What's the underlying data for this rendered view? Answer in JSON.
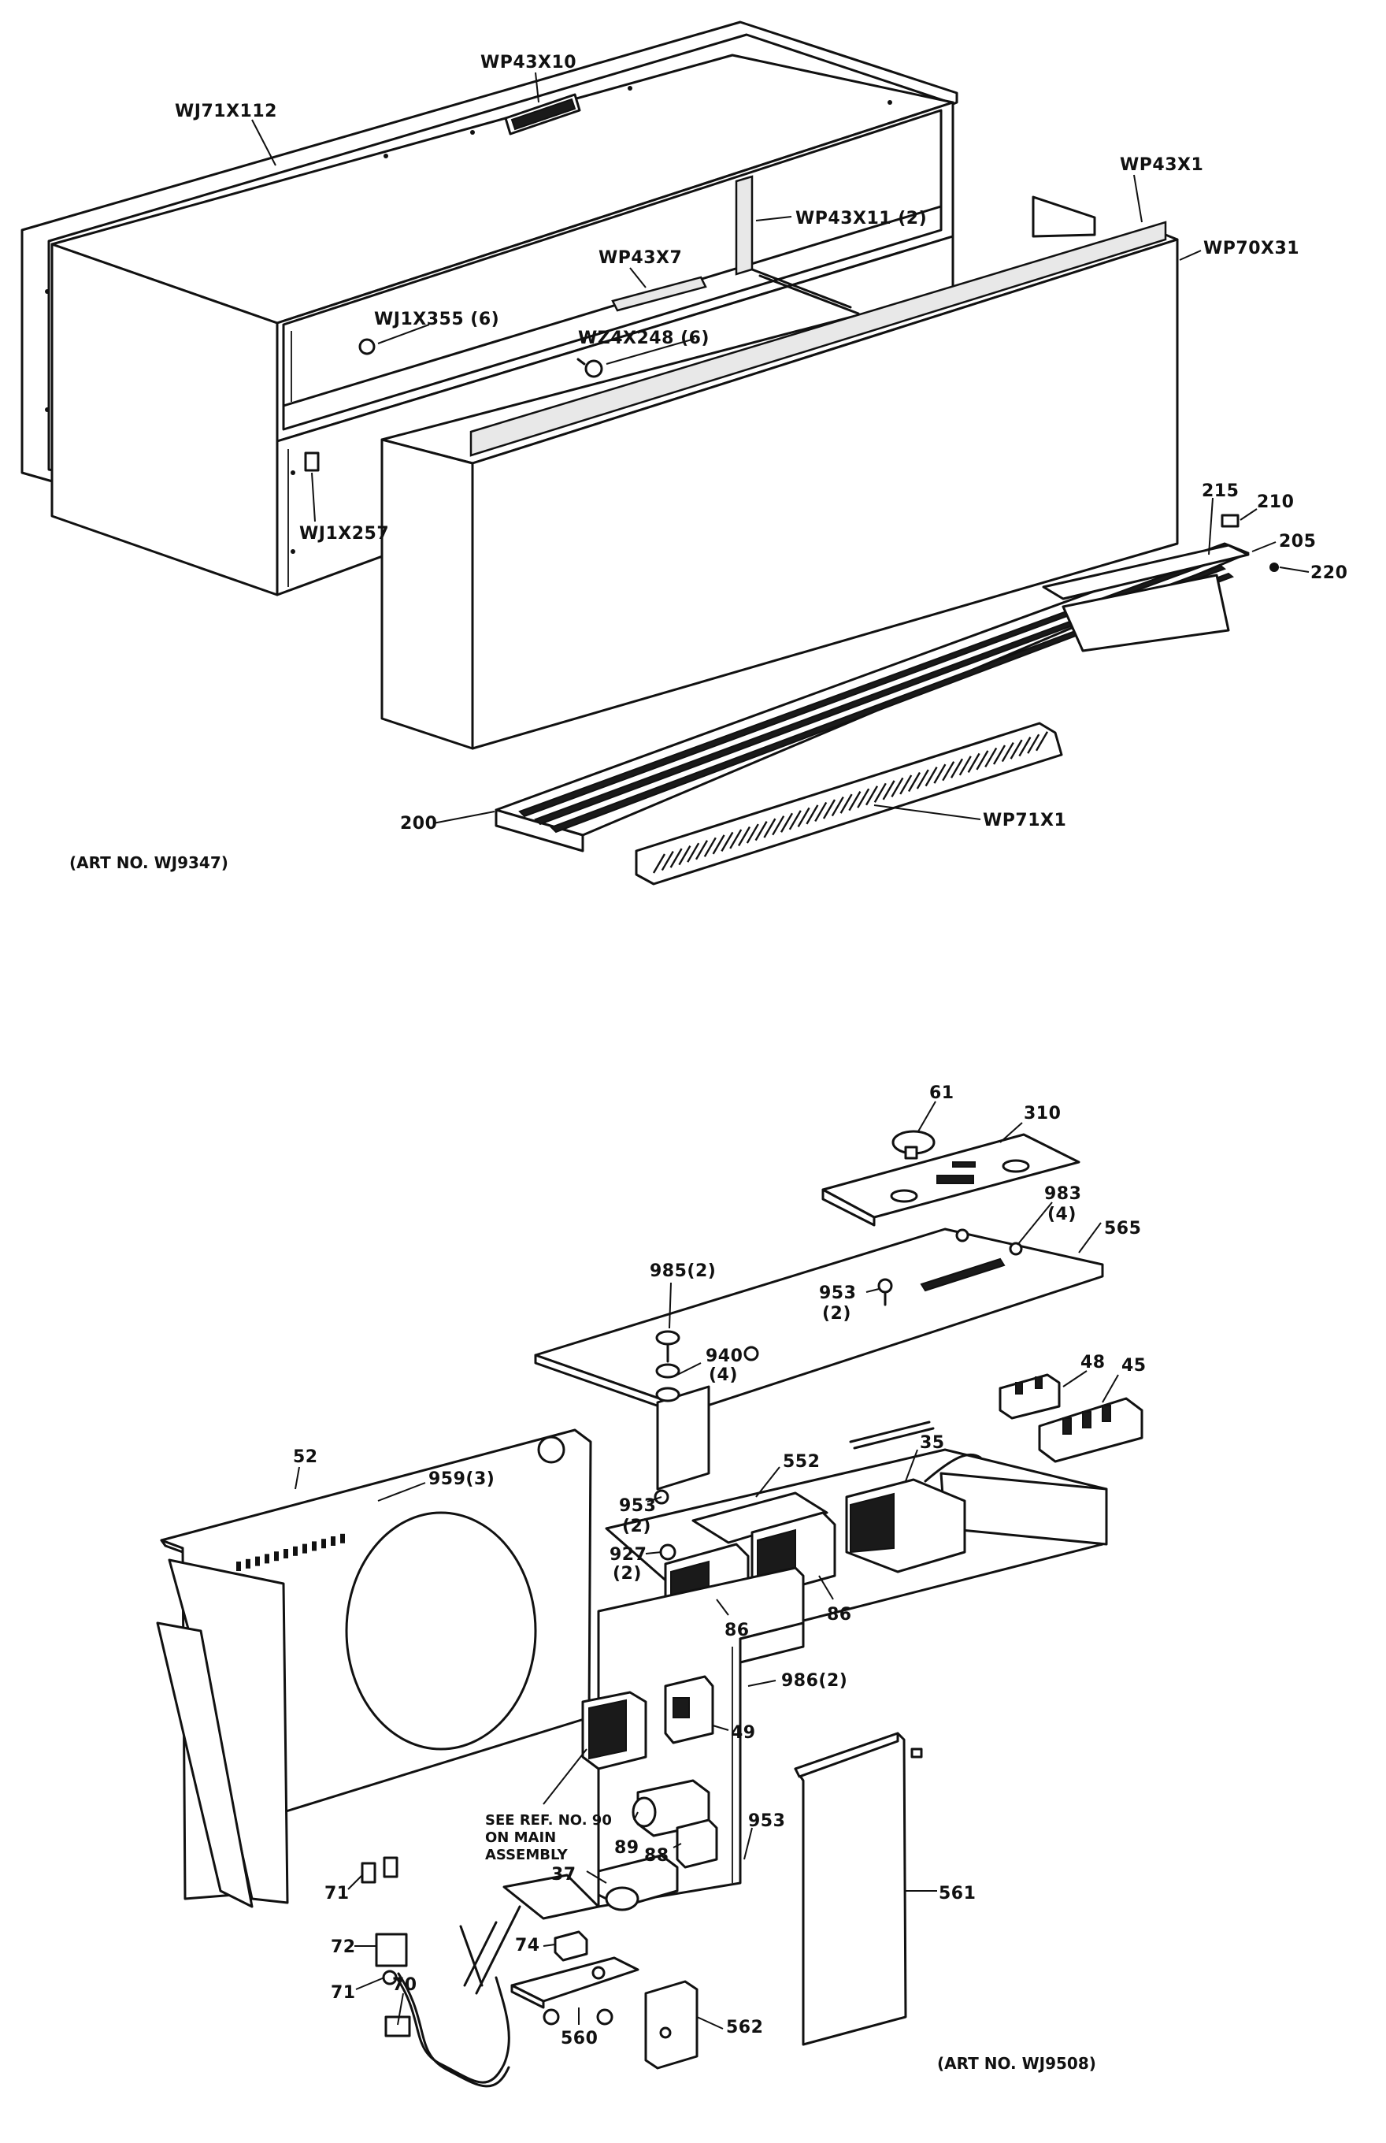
{
  "upper_assembly": {
    "art_no": "(ART NO. WJ9347)",
    "labels": {
      "wp43x10": "WP43X10",
      "wj71x112": "WJ71X112",
      "wp43x1": "WP43X1",
      "wp43x11": "WP43X11 (2)",
      "wp70x31": "WP70X31",
      "wp43x7": "WP43X7",
      "wj1x355": "WJ1X355 (6)",
      "wz4x248": "WZ4X248 (6)",
      "wj1x257": "WJ1X257",
      "p215": "215",
      "p210": "210",
      "p205": "205",
      "p220": "220",
      "p200": "200",
      "wp71x1": "WP71X1"
    }
  },
  "lower_assembly": {
    "art_no": "(ART NO. WJ9508)",
    "note": [
      "SEE REF. NO. 90",
      "ON MAIN",
      "ASSEMBLY"
    ],
    "labels": {
      "p61": "61",
      "p310": "310",
      "p983": "983",
      "p983q": "(4)",
      "p565": "565",
      "p985": "985(2)",
      "p953a": "953",
      "p953aq": "(2)",
      "p940": "940",
      "p940q": "(4)",
      "p48": "48",
      "p45": "45",
      "p52": "52",
      "p959": "959(3)",
      "p552": "552",
      "p35": "35",
      "p953b": "953",
      "p953bq": "(2)",
      "p927": "927",
      "p927q": "(2)",
      "p86a": "86",
      "p86b": "86",
      "p986": "986(2)",
      "p49": "49",
      "p953c": "953",
      "p561": "561",
      "p89": "89",
      "p88": "88",
      "p37": "37",
      "p71a": "71",
      "p72": "72",
      "p71b": "71",
      "p70": "70",
      "p74": "74",
      "p560": "560",
      "p562": "562"
    }
  }
}
